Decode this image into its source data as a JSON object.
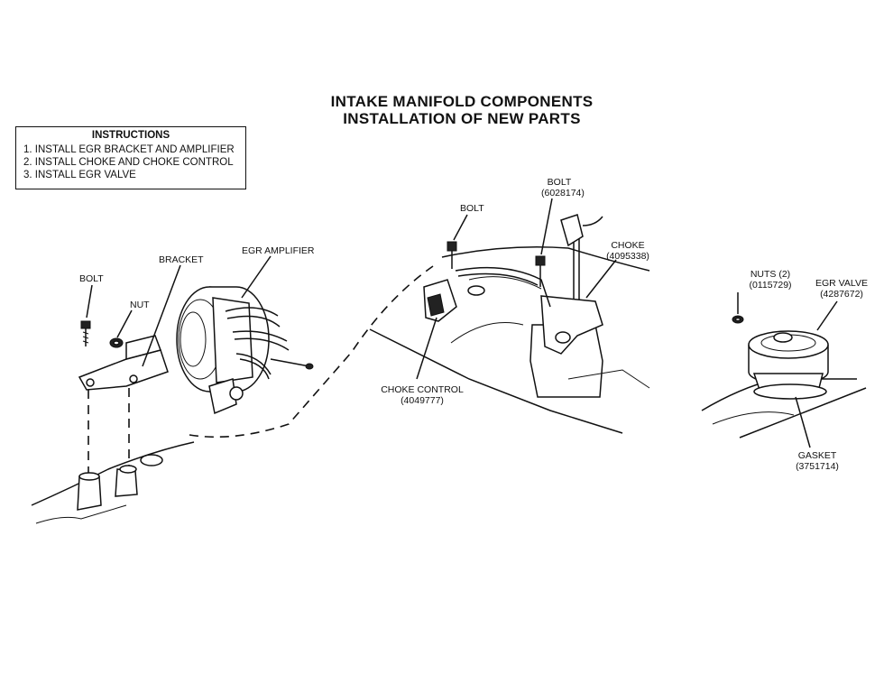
{
  "title": {
    "line1": "INTAKE MANIFOLD COMPONENTS",
    "line2": "INSTALLATION OF NEW PARTS"
  },
  "instructions": {
    "heading": "INSTRUCTIONS",
    "steps": [
      "1. INSTALL EGR BRACKET AND AMPLIFIER",
      "2. INSTALL CHOKE AND CHOKE CONTROL",
      "3. INSTALL EGR VALVE"
    ]
  },
  "labels": {
    "bolt_left": "BOLT",
    "nut": "NUT",
    "bracket": "BRACKET",
    "egr_amplifier": "EGR AMPLIFIER",
    "bolt_center": "BOLT",
    "bolt_top": "BOLT",
    "bolt_top_part": "(6028174)",
    "choke": "CHOKE",
    "choke_part": "(4095338)",
    "choke_control": "CHOKE CONTROL",
    "choke_control_part": "(4049777)",
    "nuts": "NUTS (2)",
    "nuts_part": "(0115729)",
    "egr_valve": "EGR VALVE",
    "egr_valve_part": "(4287672)",
    "gasket": "GASKET",
    "gasket_part": "(3751714)"
  }
}
